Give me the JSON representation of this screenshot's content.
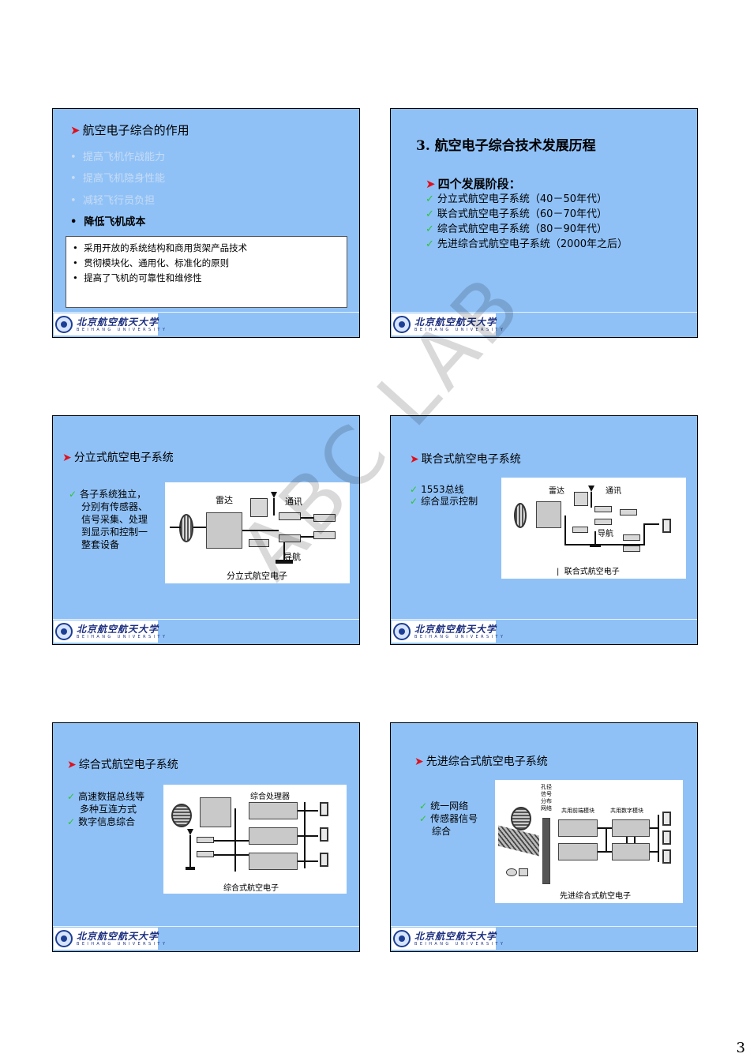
{
  "university": {
    "name_cn": "北京航空航天大学",
    "name_en": "BEIHANG UNIVERSITY"
  },
  "watermark": "ABC LAB",
  "page_number": "3",
  "slides": {
    "s1": {
      "title": "航空电子综合的作用",
      "faded_items": [
        "提高飞机作战能力",
        "提高飞机隐身性能",
        "减轻飞行员负担"
      ],
      "bold_item": "降低飞机成本",
      "box_items": [
        "采用开放的系统结构和商用货架产品技术",
        "贯彻模块化、通用化、标准化的原则",
        "提高了飞机的可靠性和维修性"
      ]
    },
    "s2": {
      "title": "3. 航空电子综合技术发展历程",
      "subtitle": "四个发展阶段：",
      "items": [
        "分立式航空电子系统（40－50年代）",
        "联合式航空电子系统（60－70年代）",
        "综合式航空电子系统（80－90年代）",
        "先进综合式航空电子系统（2000年之后）"
      ]
    },
    "s3": {
      "title": "分立式航空电子系统",
      "text_lines": [
        "各子系统独立，",
        "分别有传感器、",
        "信号采集、处理",
        "到显示和控制一",
        "整套设备"
      ],
      "labels": {
        "radar": "雷达",
        "comm": "通讯",
        "nav": "导航"
      },
      "caption": "分立式航空电子"
    },
    "s4": {
      "title": "联合式航空电子系统",
      "items": [
        "1553总线",
        "综合显示控制"
      ],
      "labels": {
        "radar": "雷达",
        "comm": "通讯",
        "nav": "导航"
      },
      "caption": "联合式航空电子"
    },
    "s5": {
      "title": "综合式航空电子系统",
      "item1_lines": [
        "高速数据总线等",
        "多种互连方式"
      ],
      "item2": "数字信息综合",
      "processor_label": "综合处理器",
      "caption": "综合式航空电子"
    },
    "s6": {
      "title": "先进综合式航空电子系统",
      "item1": "统一网络",
      "item2_lines": [
        "传感器信号",
        "综合"
      ],
      "network_label_lines": [
        "孔径",
        "信号",
        "分布",
        "网络"
      ],
      "module1": "共用前端模块",
      "module2": "共用数字模块",
      "caption": "先进综合式航空电子"
    }
  }
}
